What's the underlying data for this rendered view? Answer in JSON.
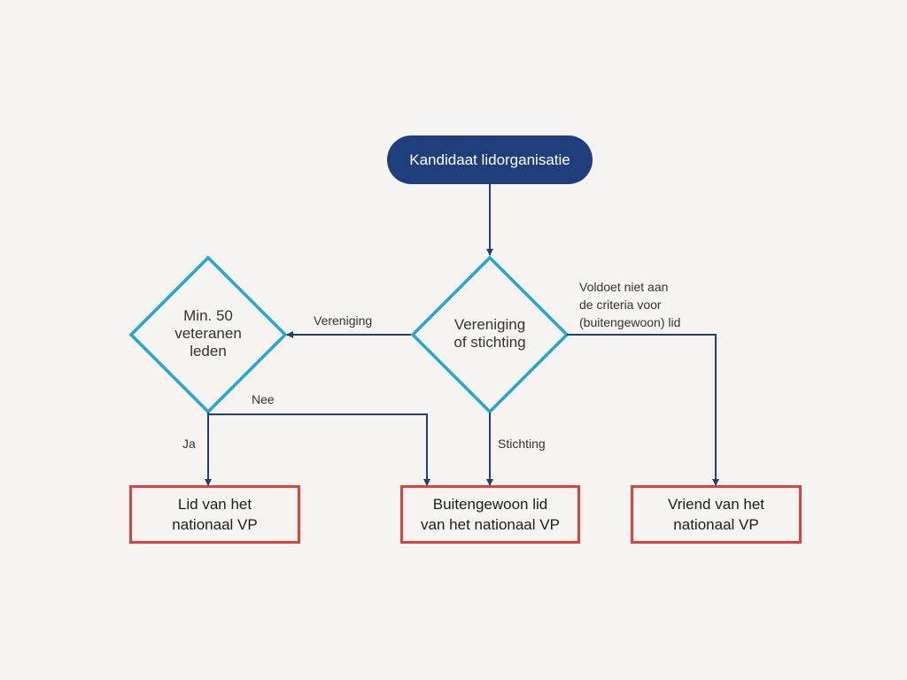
{
  "start": {
    "label": "Kandidaat lidorganisatie"
  },
  "decisions": {
    "type_question": {
      "line1": "Vereniging",
      "line2": "of stichting"
    },
    "members_question": {
      "line1": "Min. 50",
      "line2": "veteranen",
      "line3": "leden"
    }
  },
  "outcomes": {
    "member": {
      "line1": "Lid van het",
      "line2": "nationaal VP"
    },
    "extraordinary_member": {
      "line1": "Buitengewoon lid",
      "line2": "van het nationaal VP"
    },
    "friend": {
      "line1": "Vriend van het",
      "line2": "nationaal VP"
    }
  },
  "edge_labels": {
    "vereniging": "Vereniging",
    "stichting": "Stichting",
    "nee": "Nee",
    "ja": "Ja",
    "not_meeting_criteria": {
      "line1": "Voldoet niet aan",
      "line2": "de criteria voor",
      "line3": "(buitengewoon) lid"
    }
  },
  "colors": {
    "background": "#f6f3f1",
    "start_fill": "#1e3f7c",
    "diamond_stroke": "#22a8cc",
    "outcome_border": "#d8433d",
    "connector": "#1e3f7c"
  }
}
